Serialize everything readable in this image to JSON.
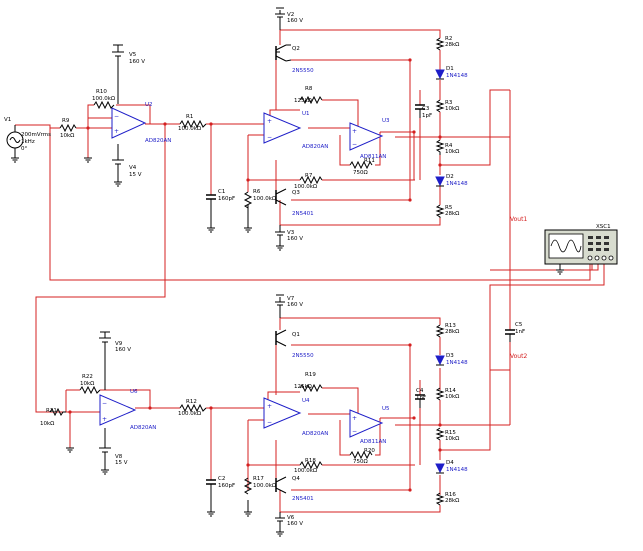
{
  "components": {
    "v1": {
      "ref": "V1",
      "l1": "200mVrms",
      "l2": "1kHz",
      "l3": "0°"
    },
    "v2": {
      "ref": "V2",
      "val": "160 V"
    },
    "v3": {
      "ref": "V3",
      "val": "160 V"
    },
    "v4": {
      "ref": "V4",
      "val": "15 V"
    },
    "v5": {
      "ref": "V5",
      "val": "160 V"
    },
    "v6": {
      "ref": "V6",
      "val": "160 V"
    },
    "v7": {
      "ref": "V7",
      "val": "160 V"
    },
    "v8": {
      "ref": "V8",
      "val": "15 V"
    },
    "v9": {
      "ref": "V9",
      "val": "160 V"
    },
    "r1": {
      "ref": "R1",
      "val": "100.0kΩ"
    },
    "r2": {
      "ref": "R2",
      "val": "28kΩ"
    },
    "r3": {
      "ref": "R3",
      "val": "10kΩ"
    },
    "r4": {
      "ref": "R4",
      "val": "10kΩ"
    },
    "r5": {
      "ref": "R5",
      "val": "28kΩ"
    },
    "r6": {
      "ref": "R6",
      "val": "100.0kΩ"
    },
    "r7": {
      "ref": "R7",
      "val": "100.0kΩ"
    },
    "r8": {
      "ref": "R8",
      "val": "125kΩ"
    },
    "r9": {
      "ref": "R9",
      "val": "10kΩ"
    },
    "r10": {
      "ref": "R10",
      "val": "100.0kΩ"
    },
    "r11": {
      "ref": "R11",
      "val": "750Ω"
    },
    "r12": {
      "ref": "R12",
      "val": "100.0kΩ"
    },
    "r13": {
      "ref": "R13",
      "val": "28kΩ"
    },
    "r14": {
      "ref": "R14",
      "val": "10kΩ"
    },
    "r15": {
      "ref": "R15",
      "val": "10kΩ"
    },
    "r16": {
      "ref": "R16",
      "val": "28kΩ"
    },
    "r17": {
      "ref": "R17",
      "val": "100.0kΩ"
    },
    "r18": {
      "ref": "R18",
      "val": "100.0kΩ"
    },
    "r19": {
      "ref": "R19",
      "val": "125kΩ"
    },
    "r20": {
      "ref": "R20",
      "val": "750Ω"
    },
    "r21": {
      "ref": "R21",
      "val": "10kΩ"
    },
    "r22": {
      "ref": "R22",
      "val": "10kΩ"
    },
    "c1": {
      "ref": "C1",
      "val": "160pF"
    },
    "c2": {
      "ref": "C2",
      "val": "160pF"
    },
    "c3": {
      "ref": "C3",
      "val": "1pF"
    },
    "c4": {
      "ref": "C4",
      "val": "1pF"
    },
    "c5": {
      "ref": "C5",
      "val": "1nF"
    },
    "d1": {
      "ref": "D1",
      "val": "1N4148"
    },
    "d2": {
      "ref": "D2",
      "val": "1N4148"
    },
    "d3": {
      "ref": "D3",
      "val": "1N4148"
    },
    "d4": {
      "ref": "D4",
      "val": "1N4148"
    },
    "q1": {
      "ref": "Q1",
      "val": "2N5550"
    },
    "q2": {
      "ref": "Q2",
      "val": "2N5550"
    },
    "q3": {
      "ref": "Q3",
      "val": "2N5401"
    },
    "q4": {
      "ref": "Q4",
      "val": "2N5401"
    },
    "u1": {
      "ref": "U1",
      "val": "AD820AN"
    },
    "u2": {
      "ref": "U2",
      "val": "AD820AN"
    },
    "u3": {
      "ref": "U3",
      "val": "AD811AN"
    },
    "u4": {
      "ref": "U4",
      "val": "AD820AN"
    },
    "u5": {
      "ref": "U5",
      "val": "AD811AN"
    },
    "u6": {
      "ref": "U6",
      "val": "AD820AN"
    },
    "xsc1": {
      "ref": "XSC1"
    }
  },
  "nets": {
    "vout1": "Vout1",
    "vout2": "Vout2"
  },
  "symbols": {
    "plus": "+",
    "minus": "−"
  },
  "colors": {
    "wire": "#d42020",
    "symbol": "#1e1ec8",
    "text": "#000000"
  }
}
